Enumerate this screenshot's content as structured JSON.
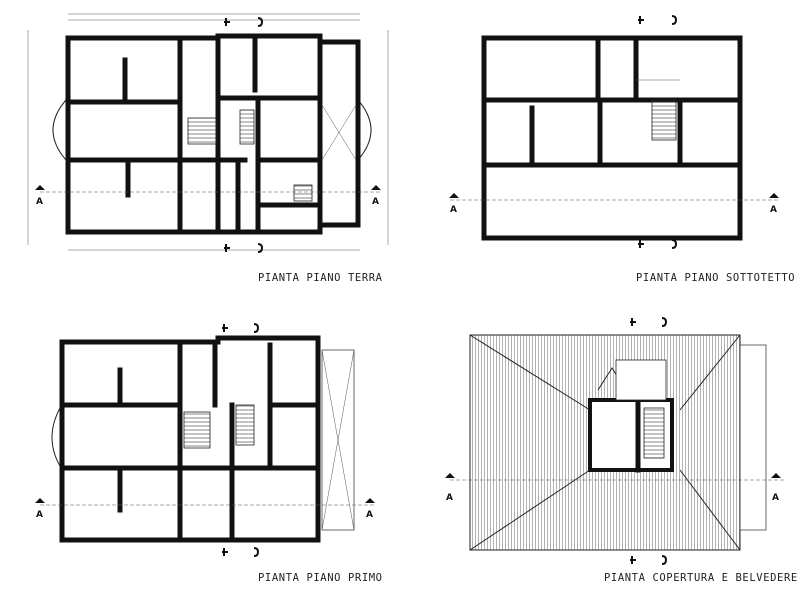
{
  "plans": {
    "ground": {
      "caption": "PIANTA PIANO TERRA",
      "section_mark": "A"
    },
    "attic": {
      "caption": "PIANTA PIANO SOTTOTETTO",
      "section_mark": "A"
    },
    "first": {
      "caption": "PIANTA PIANO PRIMO",
      "section_mark": "A"
    },
    "roof": {
      "caption": "PIANTA COPERTURA E BELVEDERE",
      "section_mark": "A"
    }
  },
  "colors": {
    "wall": "#111111",
    "line": "#222222",
    "paper": "#ffffff"
  }
}
